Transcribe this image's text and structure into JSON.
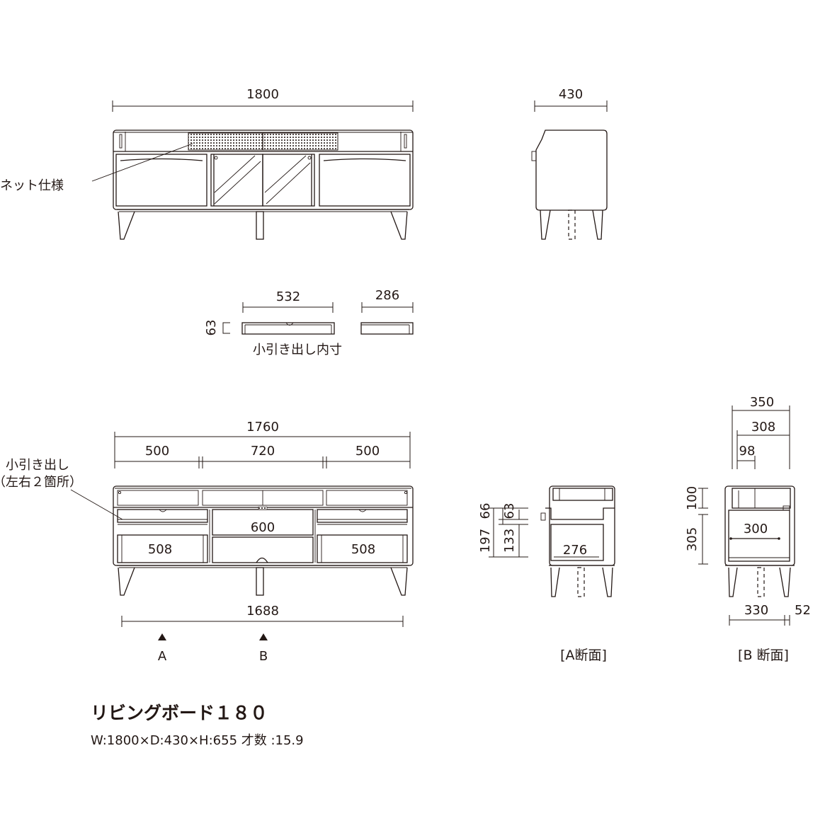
{
  "product": {
    "title": "リビングボード１８０",
    "specs": "W:1800×D:430×H:655  才数 :15.9"
  },
  "front_view": {
    "width_dim": "1800",
    "net_label": "ネット仕様"
  },
  "side_view": {
    "depth_dim": "430"
  },
  "drawer_detail": {
    "width_dim": "532",
    "depth_dim": "286",
    "height_dim": "63",
    "caption": "小引き出し内寸"
  },
  "interior_view": {
    "total_dim": "1760",
    "left_dim": "500",
    "center_dim": "720",
    "right_dim": "500",
    "drawer_label_line1": "小引き出し",
    "drawer_label_line2": "（左右２箇所）",
    "inner_center_dim": "600",
    "left_shelf_dim": "508",
    "right_shelf_dim": "508",
    "bottom_dim": "1688",
    "marker_a": "A",
    "marker_b": "B"
  },
  "section_a": {
    "label": "[A断面]",
    "dim_66": "66",
    "dim_63": "63",
    "dim_197": "197",
    "dim_133": "133",
    "dim_276": "276"
  },
  "section_b": {
    "label": "[B 断面]",
    "dim_350": "350",
    "dim_308": "308",
    "dim_98": "98",
    "dim_100": "100",
    "dim_305": "305",
    "dim_300": "300",
    "dim_330": "330",
    "dim_52": "52"
  }
}
